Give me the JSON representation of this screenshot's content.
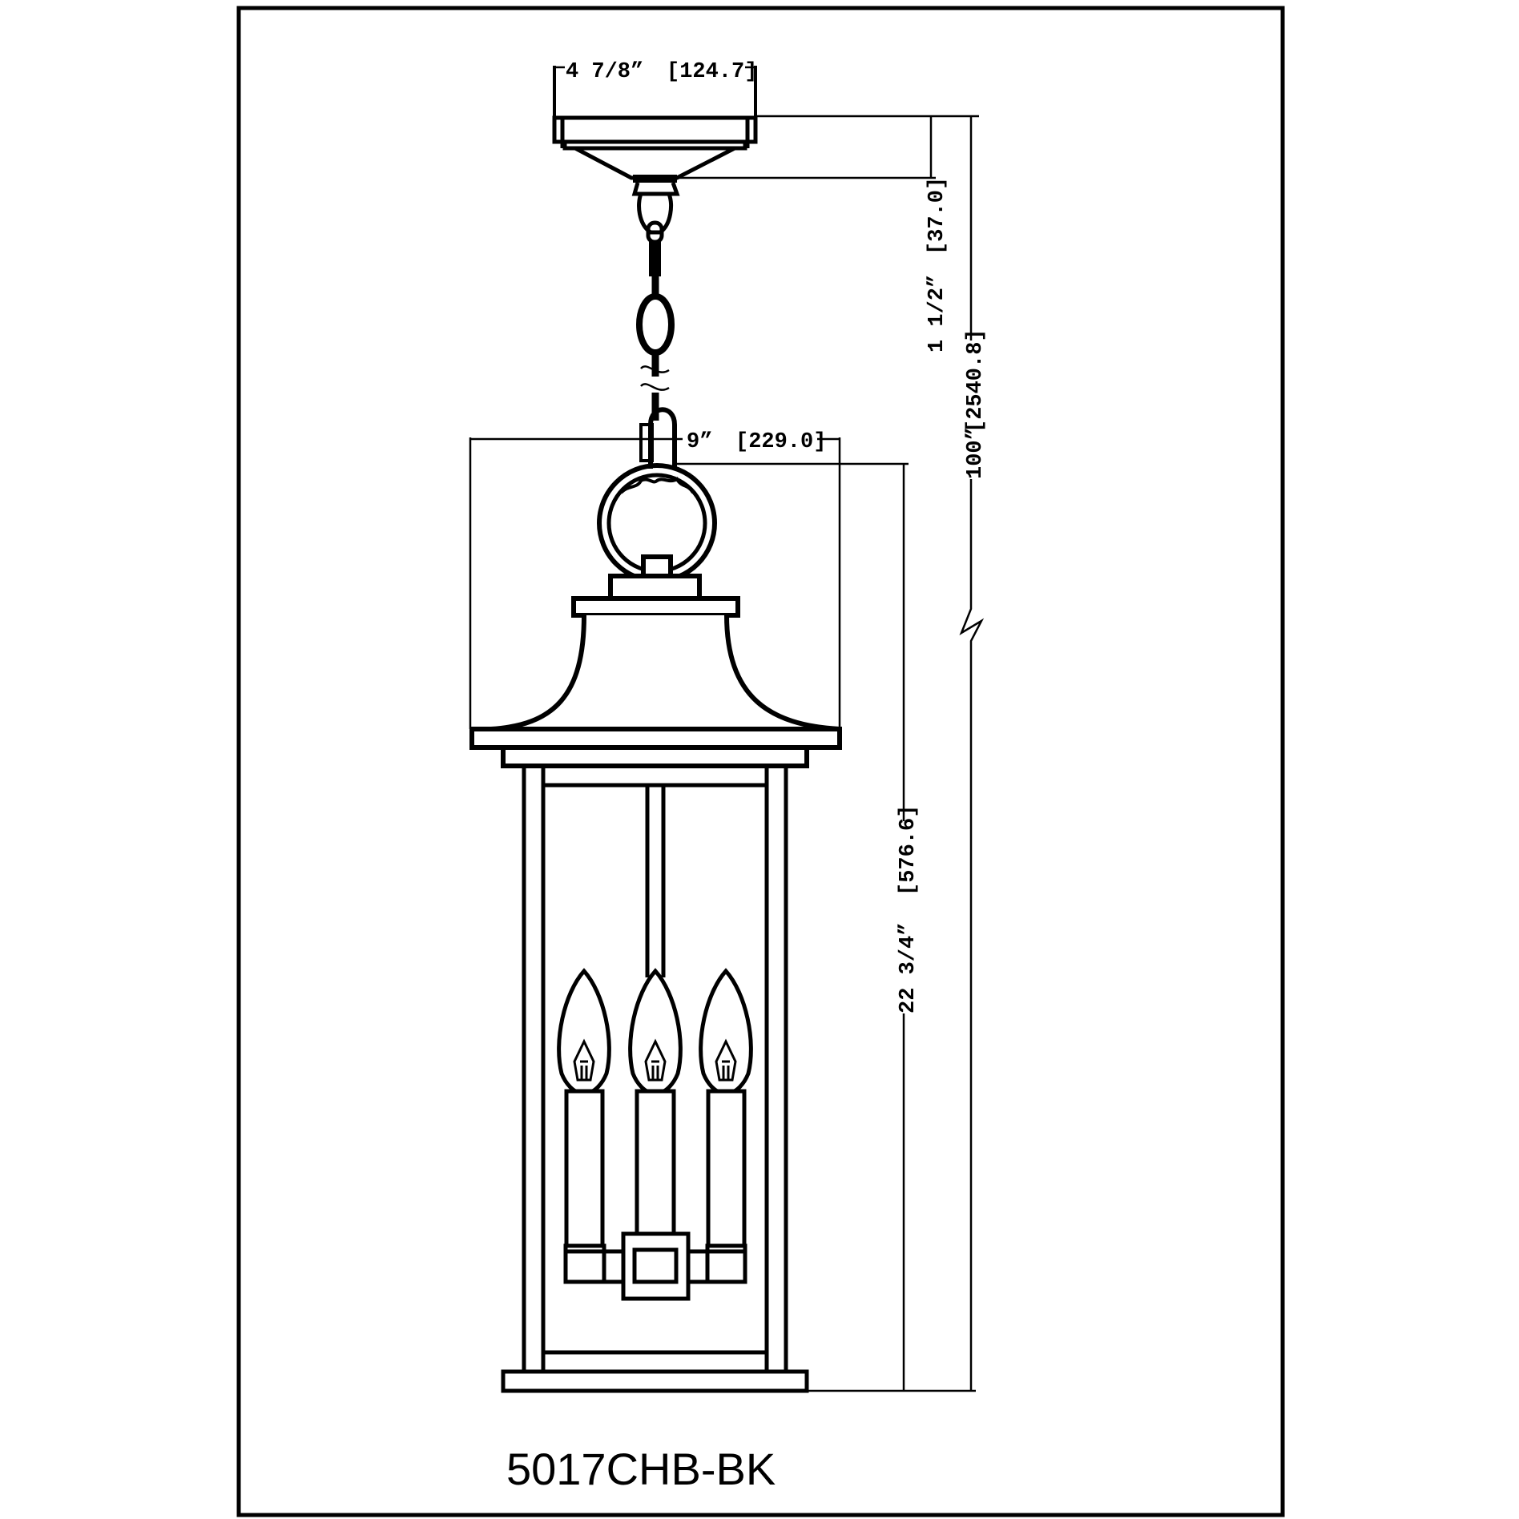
{
  "drawing": {
    "title": "Pendant lantern dimension drawing",
    "model_number": "5017CHB-BK",
    "line_color": "#000000",
    "background_color": "#ffffff"
  },
  "dimensions": {
    "canopy_width": {
      "imperial": "4 7/8”",
      "metric": "[124.7]"
    },
    "canopy_height": {
      "imperial": "1 1/2”",
      "metric": "[37.0]"
    },
    "overall_height": {
      "imperial": "100”",
      "metric": "[2540.8]"
    },
    "fixture_width": {
      "imperial": "9”",
      "metric": "[229.0]"
    },
    "fixture_height": {
      "imperial": "22 3/4”",
      "metric": "[576.6]"
    }
  },
  "components": {
    "canopy": "ceiling-canopy",
    "chain": "hanging-chain",
    "ring": "top-loop-ring",
    "hood": "bell-hood",
    "frame": "lantern-frame",
    "bulbs": [
      "candelabra-bulb",
      "candelabra-bulb",
      "candelabra-bulb"
    ],
    "base": "base-plate"
  }
}
